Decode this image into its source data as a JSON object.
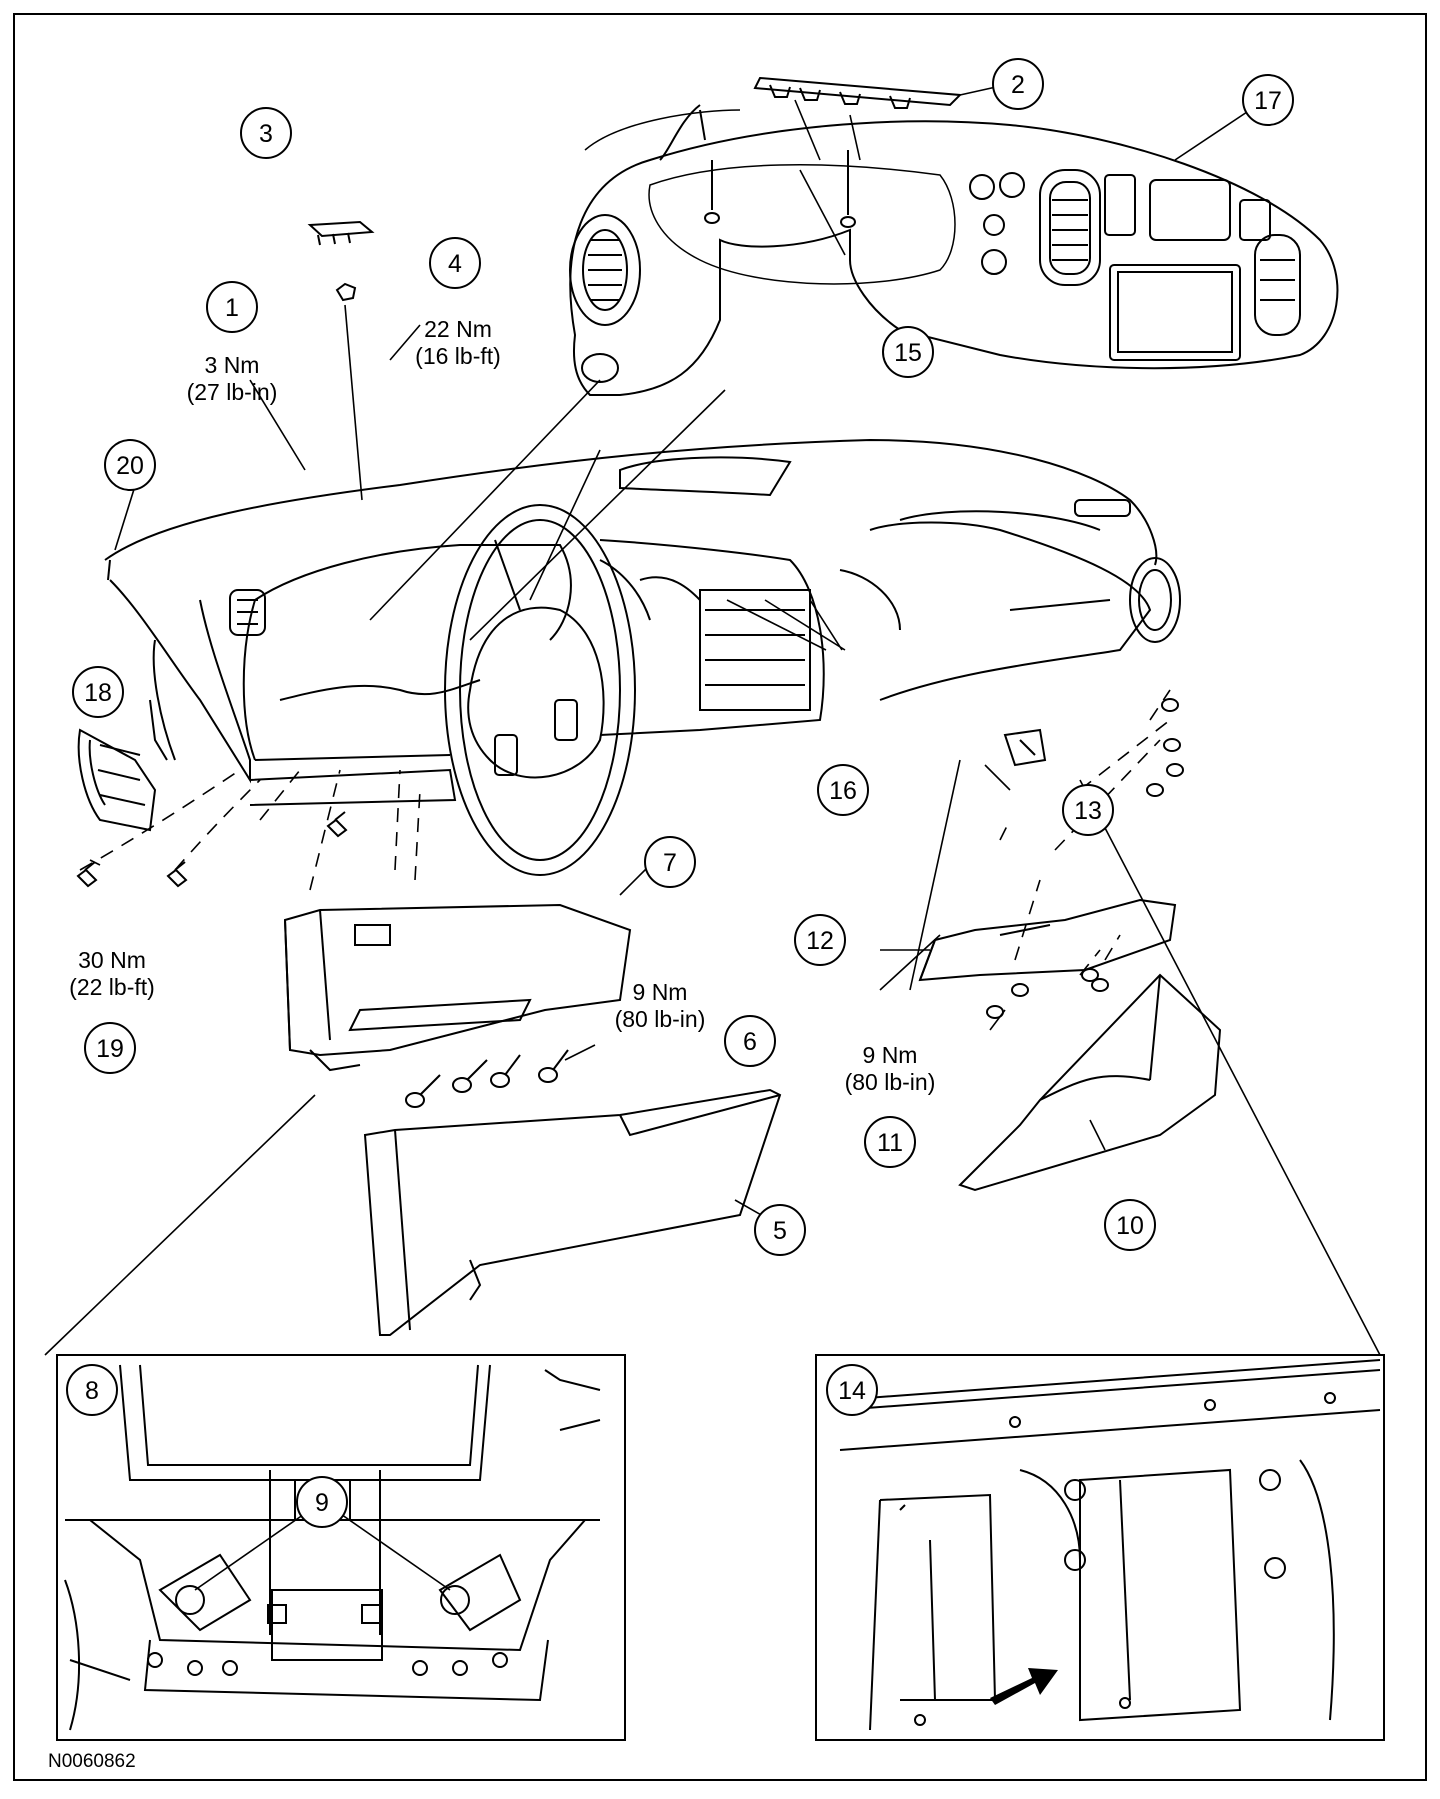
{
  "figure_id": "N0060862",
  "callouts": [
    "1",
    "2",
    "3",
    "4",
    "5",
    "6",
    "7",
    "8",
    "9",
    "10",
    "11",
    "12",
    "13",
    "14",
    "15",
    "16",
    "17",
    "18",
    "19",
    "20"
  ],
  "torque_specs": {
    "spec_1": [
      "3 Nm",
      "(27 lb-in)"
    ],
    "spec_4": [
      "22 Nm",
      "(16 lb-ft)"
    ],
    "spec_19": [
      "30 Nm",
      "(22 lb-ft)"
    ],
    "spec_6": [
      "9 Nm",
      "(80 lb-in)"
    ],
    "spec_11": [
      "9 Nm",
      "(80 lb-in)"
    ]
  }
}
